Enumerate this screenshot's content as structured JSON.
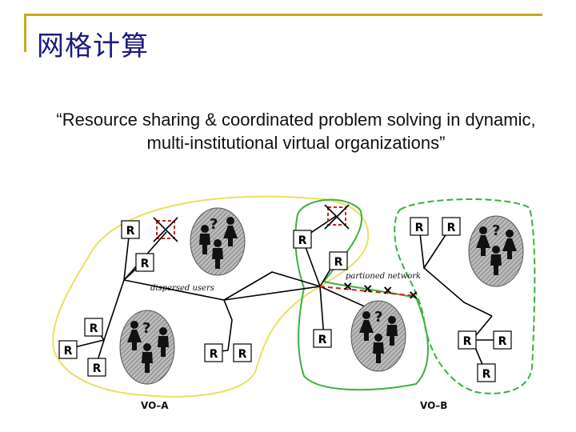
{
  "slide": {
    "title": "网格计算",
    "quote": "“Resource sharing & coordinated problem solving in dynamic, multi-institutional virtual organizations”"
  },
  "diagram": {
    "resource_label": "R",
    "dispersed_label": "dispersed users",
    "partitioned_label": "partioned network",
    "vo_a_label": "VO–A",
    "vo_b_label": "VO–B",
    "unknown_mark": "?",
    "failed_mark": "×",
    "colors": {
      "vo_a_outline": "#e8e060",
      "vo_b_outline": "#3ab040",
      "failure": "#cc2020",
      "title": "#1a1a80",
      "frame": "#c8a820"
    }
  }
}
